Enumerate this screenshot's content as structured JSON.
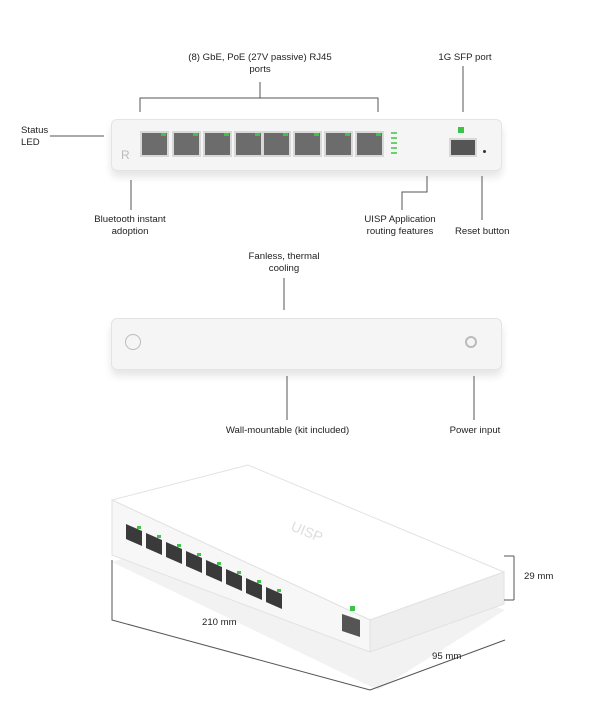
{
  "labels": {
    "ports": "(8) GbE, PoE (27V passive) RJ45 ports",
    "sfp": "1G SFP port",
    "status_led": "Status LED",
    "bluetooth": "Bluetooth instant adoption",
    "uisp_app": "UISP Application routing features",
    "reset": "Reset button",
    "fanless": "Fanless, thermal cooling",
    "wall_mount": "Wall-mountable (kit included)",
    "power": "Power input",
    "width": "210 mm",
    "depth": "95 mm",
    "height": "29 mm"
  },
  "device": {
    "logo": "UISP",
    "front_mark": "R"
  },
  "colors": {
    "port_led": "#3fc24a",
    "device_body": "#f5f5f5",
    "line": "#555555"
  }
}
